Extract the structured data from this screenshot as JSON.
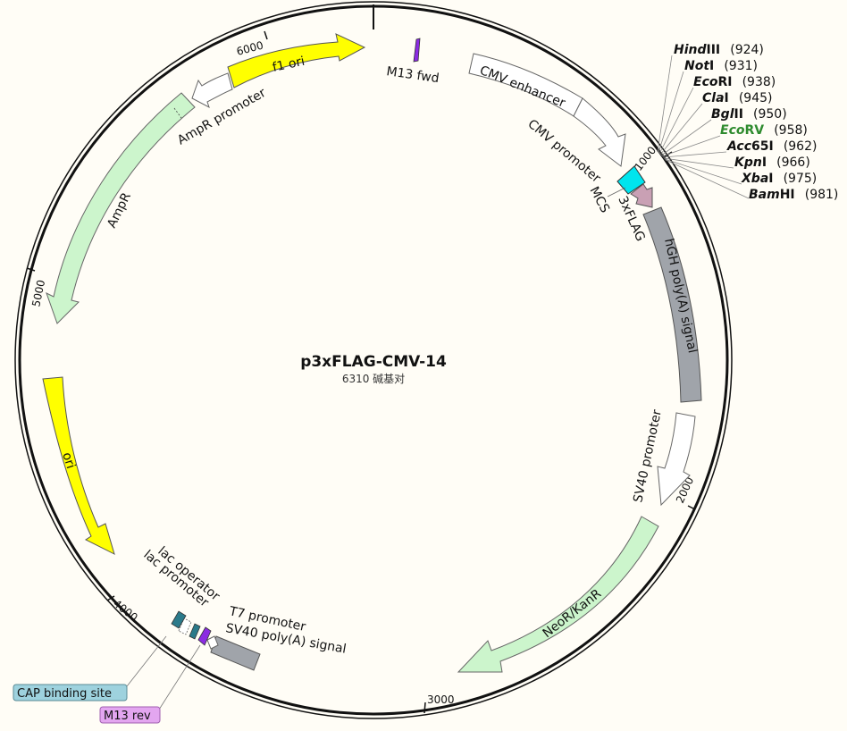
{
  "plasmid": {
    "name": "p3xFLAG-CMV-14",
    "size_label": "6310 碱基对",
    "length_bp": 6310
  },
  "ticks": [
    {
      "bp": 1000,
      "label": "1000"
    },
    {
      "bp": 2000,
      "label": "2000"
    },
    {
      "bp": 3000,
      "label": "3000"
    },
    {
      "bp": 4000,
      "label": "4000"
    },
    {
      "bp": 5000,
      "label": "5000"
    },
    {
      "bp": 6000,
      "label": "6000"
    }
  ],
  "features": [
    {
      "name": "CMV enhancer",
      "label": "CMV enhancer",
      "color": "#ffffff"
    },
    {
      "name": "CMV promoter",
      "label": "CMV promoter",
      "color": "#ffffff"
    },
    {
      "name": "MCS",
      "label": "MCS",
      "color": "#00e5ee"
    },
    {
      "name": "3xFLAG",
      "label": "3xFLAG",
      "color": "#c9a0b4"
    },
    {
      "name": "hGH poly(A) signal",
      "label": "hGH poly(A) signal",
      "color": "#a0a4aa"
    },
    {
      "name": "SV40 promoter",
      "label": "SV40 promoter",
      "color": "#ffffff"
    },
    {
      "name": "NeoR/KanR",
      "label": "NeoR/KanR",
      "color": "#ccf5cc"
    },
    {
      "name": "SV40 poly(A) signal",
      "label": "SV40 poly(A) signal",
      "color": "#a0a4aa"
    },
    {
      "name": "T7 promoter",
      "label": "T7 promoter",
      "color": "#ffffff"
    },
    {
      "name": "M13 rev",
      "label": "M13 rev",
      "color": "#8b2be2"
    },
    {
      "name": "lac operator",
      "label": "lac operator",
      "color": "#ffffff"
    },
    {
      "name": "lac promoter",
      "label": "lac promoter",
      "color": "#ffffff"
    },
    {
      "name": "CAP binding site",
      "label": "CAP binding site",
      "color": "#2b7a8a"
    },
    {
      "name": "ori",
      "label": "ori",
      "color": "#ffff00"
    },
    {
      "name": "AmpR",
      "label": "AmpR",
      "color": "#ccf5cc"
    },
    {
      "name": "AmpR promoter",
      "label": "AmpR promoter",
      "color": "#ffffff"
    },
    {
      "name": "f1 ori",
      "label": "f1 ori",
      "color": "#ffff00"
    },
    {
      "name": "M13 fwd",
      "label": "M13 fwd",
      "color": "#8b2be2"
    }
  ],
  "callouts": [
    {
      "label": "CAP binding site",
      "color": "#9ed2de"
    },
    {
      "label": "M13 rev",
      "color": "#e3a6f0"
    }
  ],
  "restriction_sites": [
    {
      "pre": "Hind",
      "post": "III",
      "position": "(924)",
      "color": "#111111"
    },
    {
      "pre": "Not",
      "post": "I",
      "position": "(931)",
      "color": "#111111"
    },
    {
      "pre": "Eco",
      "post": "RI",
      "position": "(938)",
      "color": "#111111"
    },
    {
      "pre": "Cla",
      "post": "I",
      "position": "(945)",
      "color": "#111111"
    },
    {
      "pre": "Bgl",
      "post": "II",
      "position": "(950)",
      "color": "#111111"
    },
    {
      "pre": "Eco",
      "post": "RV",
      "position": "(958)",
      "color": "#2e8b2e"
    },
    {
      "pre": "Acc",
      "post": "65I",
      "position": "(962)",
      "color": "#111111"
    },
    {
      "pre": "Kpn",
      "post": "I",
      "position": "(966)",
      "color": "#111111"
    },
    {
      "pre": "Xba",
      "post": "I",
      "position": "(975)",
      "color": "#111111"
    },
    {
      "pre": "Bam",
      "post": "HI",
      "position": "(981)",
      "color": "#111111"
    }
  ]
}
